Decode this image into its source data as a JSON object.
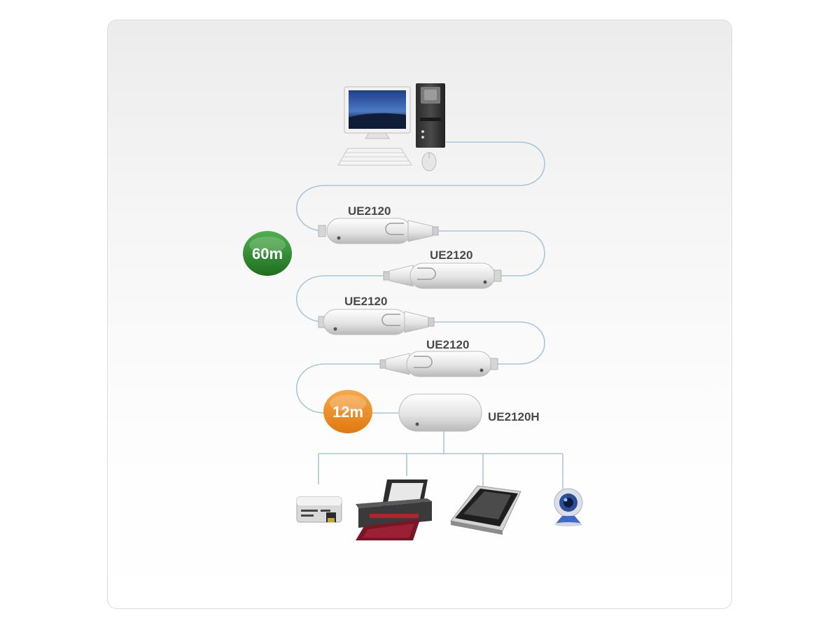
{
  "extenders": [
    {
      "label": "UE2120"
    },
    {
      "label": "UE2120"
    },
    {
      "label": "UE2120"
    },
    {
      "label": "UE2120"
    }
  ],
  "hub": {
    "label": "UE2120H"
  },
  "distance_badges": [
    {
      "text": "60m",
      "color": "#2e8b2e"
    },
    {
      "text": "12m",
      "color": "#ee8a1c"
    }
  ],
  "devices": [
    {
      "icon": "card-reader-icon"
    },
    {
      "icon": "printer-icon"
    },
    {
      "icon": "scanner-icon"
    },
    {
      "icon": "webcam-icon"
    }
  ],
  "colors": {
    "cable": "#a9c6d8"
  }
}
